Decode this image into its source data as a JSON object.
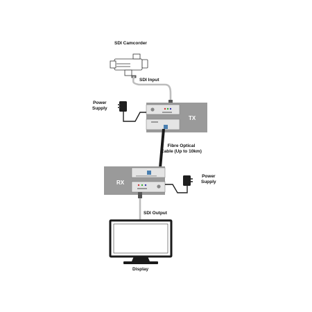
{
  "labels": {
    "camcorder": "SDI Camcorder",
    "sdi_input": "SDI Input",
    "power_supply_tx_line1": "Power",
    "power_supply_tx_line2": "Supply",
    "fibre_line1": "Fibre Optical",
    "fibre_line2": "Cable (Up to 10km)",
    "power_supply_rx_line1": "Power",
    "power_supply_rx_line2": "Supply",
    "sdi_output": "SDI Output",
    "display": "Display"
  },
  "devices": {
    "tx_name": "TX",
    "rx_name": "RX"
  },
  "colors": {
    "device_body": "#9a9a9a",
    "panel": "#e4e4e4",
    "fibre_cable": "#1a1a1a",
    "sdi_cable": "#cfcfcf"
  }
}
